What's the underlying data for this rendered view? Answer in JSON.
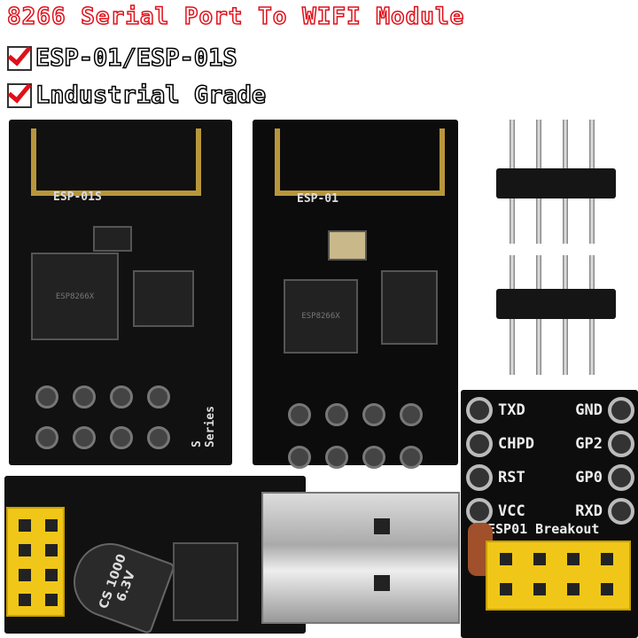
{
  "headline": "8266 Serial Port To WIFI Module",
  "features": [
    {
      "label": "ESP-01/ESP-01S",
      "checked": true
    },
    {
      "label": "Lndustrial Grade",
      "checked": true
    }
  ],
  "boards": {
    "esp01s": {
      "label": "ESP-01S",
      "chip": "ESP8266X",
      "series": "S Series"
    },
    "esp01": {
      "label": "ESP-01",
      "chip": "ESP8266X"
    },
    "usb_adapter": {
      "capacitor": "CS 1000 6.3V"
    },
    "breakout": {
      "title": "ESP01 Breakout",
      "left_pins": [
        "TXD",
        "CHPD",
        "RST",
        "VCC"
      ],
      "right_pins": [
        "GND",
        "GP2",
        "GP0",
        "RXD"
      ]
    }
  },
  "colors": {
    "headline": "#e0101a",
    "check": "#e0101a",
    "antenna": "#b8963a",
    "socket": "#f0c718"
  }
}
